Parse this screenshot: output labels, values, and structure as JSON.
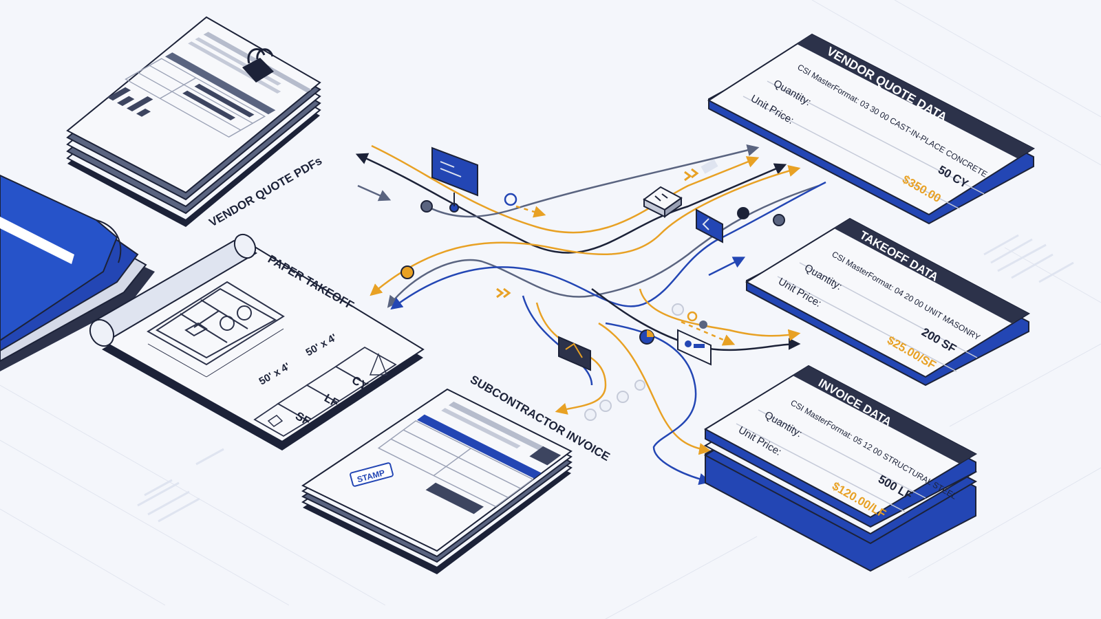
{
  "sources": {
    "vendor_quote_pdfs": "VENDOR QUOTE PDFs",
    "paper_takeoff": "PAPER TAKEOFF",
    "subcontractor_invoice": "SUBCONTRACTOR INVOICE"
  },
  "takeoff_sheet": {
    "dim_1": "50' x 4'",
    "dim_2": "50' x 4'",
    "unit_cy": "CY",
    "unit_lf": "LF",
    "unit_sf": "SF"
  },
  "invoice_sheet": {
    "stamp": "STAMP"
  },
  "cards": [
    {
      "title": "VENDOR QUOTE DATA",
      "csi": "CSI MasterFormat: 03 30 00 CAST-IN-PLACE CONCRETE",
      "quantity_label": "Quantity:",
      "quantity_value": "50 CY",
      "price_label": "Unit Price:",
      "price_value": "$350.00"
    },
    {
      "title": "TAKEOFF DATA",
      "csi": "CSI MasterFormat: 04 20 00 UNIT MASONRY",
      "quantity_label": "Quantity:",
      "quantity_value": "200 SF",
      "price_label": "Unit Price:",
      "price_value": "$25.00/SF"
    },
    {
      "title": "INVOICE DATA",
      "csi": "CSI MasterFormat: 05 12 00 STRUCTURAL STEEL",
      "quantity_label": "Quantity:",
      "quantity_value": "500 LF",
      "price_label": "Unit Price:",
      "price_value": "$120.00/LF"
    }
  ],
  "colors": {
    "navy": "#1c2238",
    "blue": "#2346b4",
    "orange": "#e8a124",
    "slate": "#5a6480",
    "paper": "#f7f8fb",
    "background": "#f4f6fb"
  }
}
